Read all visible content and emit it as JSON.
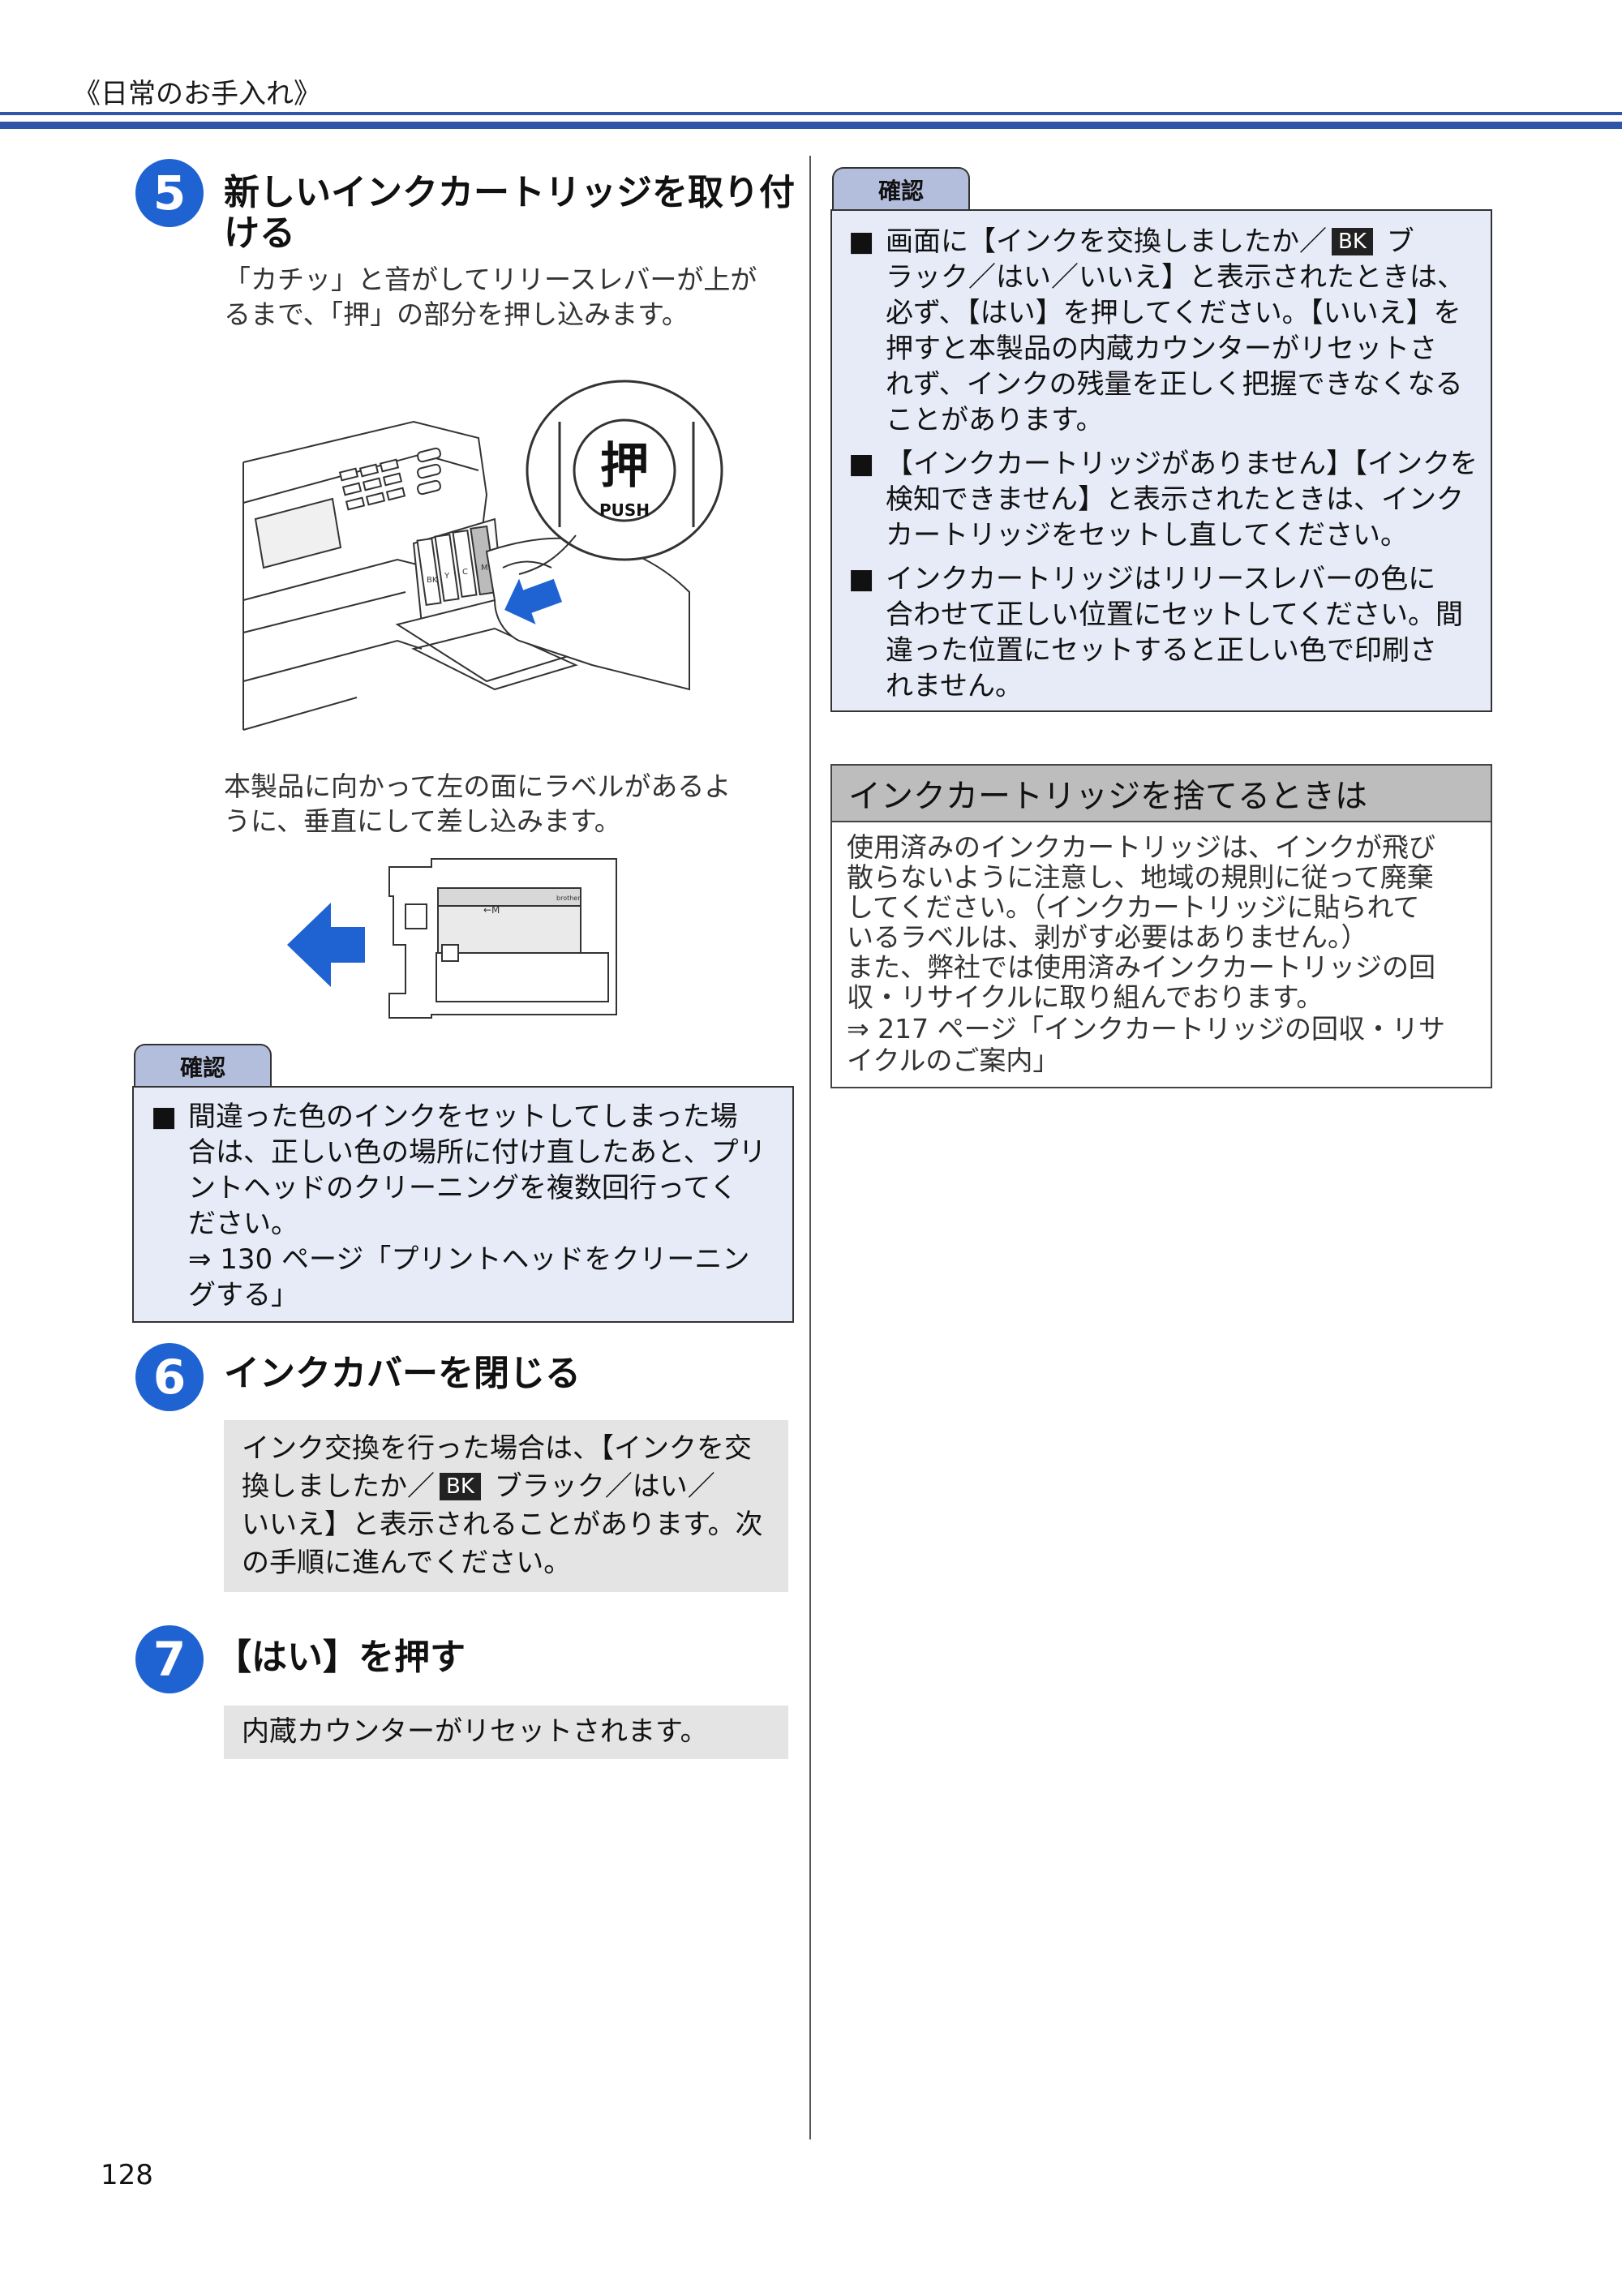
{
  "header": {
    "title": "《日常のお手入れ》"
  },
  "step5": {
    "number": "5",
    "title_line1": "新しいインクカートリッジを取り付",
    "title_line2": "ける",
    "desc_line1": "「カチッ」と音がしてリリースレバーが上が",
    "desc_line2": "るまで、「押」の部分を押し込みます。",
    "illustration": {
      "push_kanji": "押",
      "push_label": "PUSH",
      "cartridge_labels": [
        "BK",
        "Y",
        "C",
        "M"
      ]
    },
    "desc2_line1": "本製品に向かって左の面にラベルがあるよ",
    "desc2_line2": "うに、垂直にして差し込みます。",
    "cartridge_label": "←M",
    "cartridge_brand": "brother"
  },
  "kakunin_left": {
    "tab": "確認",
    "bullet": "■",
    "lines": [
      "間違った色のインクをセットしてしまった場",
      "合は、正しい色の場所に付け直したあと、プリ",
      "ントヘッドのクリーニングを複数回行ってく",
      "ださい。",
      "⇒ 130 ページ「プリントヘッドをクリーニン",
      "グする」"
    ]
  },
  "step6": {
    "number": "6",
    "title": "インクカバーを閉じる",
    "note_line1": "インク交換を行った場合は、【インクを交",
    "note_line2_pre": "換しましたか／",
    "note_line2_badge": "BK",
    "note_line2_post": "ブラック／はい／",
    "note_line3": "いいえ】と表示されることがあります。次",
    "note_line4": "の手順に進んでください。"
  },
  "step7": {
    "number": "7",
    "title": "【はい】を押す",
    "note": "内蔵カウンターがリセットされます。"
  },
  "kakunin_right": {
    "tab": "確認",
    "bullet": "■",
    "item1_line1_pre": "画面に【インクを交換しましたか／",
    "item1_line1_badge": "BK",
    "item1_line1_post": "ブ",
    "item1_lines": [
      "ラック／はい／いいえ】と表示されたときは、",
      "必ず、【はい】を押してください。【いいえ】を",
      "押すと本製品の内蔵カウンターがリセットさ",
      "れず、インクの残量を正しく把握できなくなる",
      "ことがあります。"
    ],
    "item2_lines": [
      "【インクカートリッジがありません】【インクを",
      "検知できません】と表示されたときは、インク",
      "カートリッジをセットし直してください。"
    ],
    "item3_lines": [
      "インクカートリッジはリリースレバーの色に",
      "合わせて正しい位置にセットしてください。間",
      "違った位置にセットすると正しい色で印刷さ",
      "れません。"
    ]
  },
  "dispose": {
    "heading": "インクカートリッジを捨てるときは",
    "lines": [
      "使用済みのインクカートリッジは、インクが飛び",
      "散らないように注意し、地域の規則に従って廃棄",
      "してください。（インクカートリッジに貼られて",
      "いるラベルは、剥がす必要はありません。）",
      "また、弊社では使用済みインクカートリッジの回",
      "収・リサイクルに取り組んでおります。",
      "⇒ 217 ページ「インクカートリッジの回収・リサ",
      "イクルのご案内」"
    ]
  },
  "page_number": "128",
  "colors": {
    "accent_blue": "#1f63d3",
    "rule_blue": "#2f56a8",
    "kakunin_fill": "#e7ebf8",
    "kakunin_tab": "#b3bddc"
  }
}
